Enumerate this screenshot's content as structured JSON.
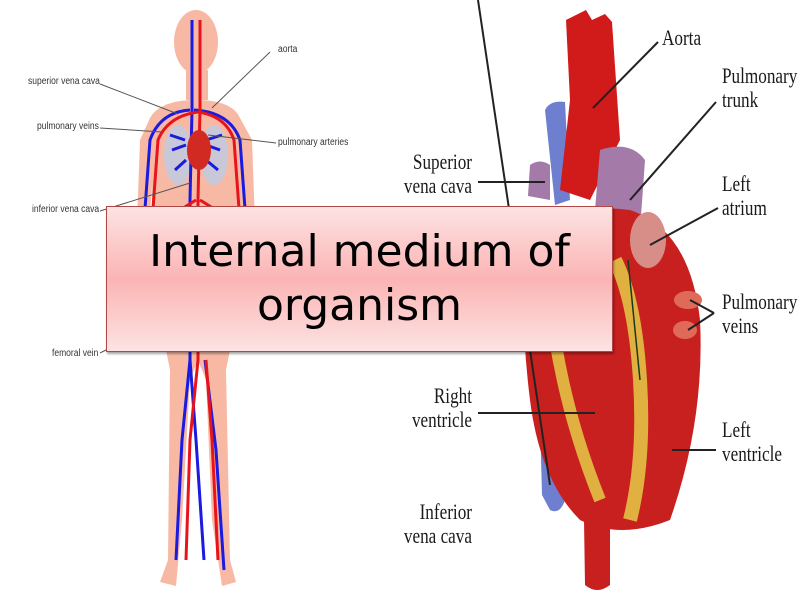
{
  "slide": {
    "title": "Internal medium of organism",
    "title_box_colors": {
      "top": "#fde3e3",
      "middle": "#fbb4b4",
      "border": "#b04848"
    }
  },
  "left_diagram": {
    "description": "human circulatory system figure",
    "labels": [
      "aorta",
      "superior vena cava",
      "pulmonary veins",
      "pulmonary arteries",
      "inferior vena cava",
      "femoral vein"
    ]
  },
  "right_diagram": {
    "description": "anterior view of the heart",
    "labels": {
      "aorta": "Aorta",
      "pulmonary_trunk": "Pulmonary trunk",
      "superior_vena_cava": "Superior vena cava",
      "left_atrium": "Left atrium",
      "pulmonary_veins": "Pulmonary veins",
      "right_ventricle": "Right ventricle",
      "left_ventricle": "Left ventricle",
      "inferior_vena_cava": "Inferior vena cava"
    }
  },
  "colors": {
    "artery": "#e8141c",
    "vein": "#1a1ae0",
    "skin": "#f7b9a4",
    "heart": "#c8201e",
    "fat": "#e0b040",
    "vein_heart": "#6f7fd0",
    "pulmonary": "#a47aa8"
  }
}
